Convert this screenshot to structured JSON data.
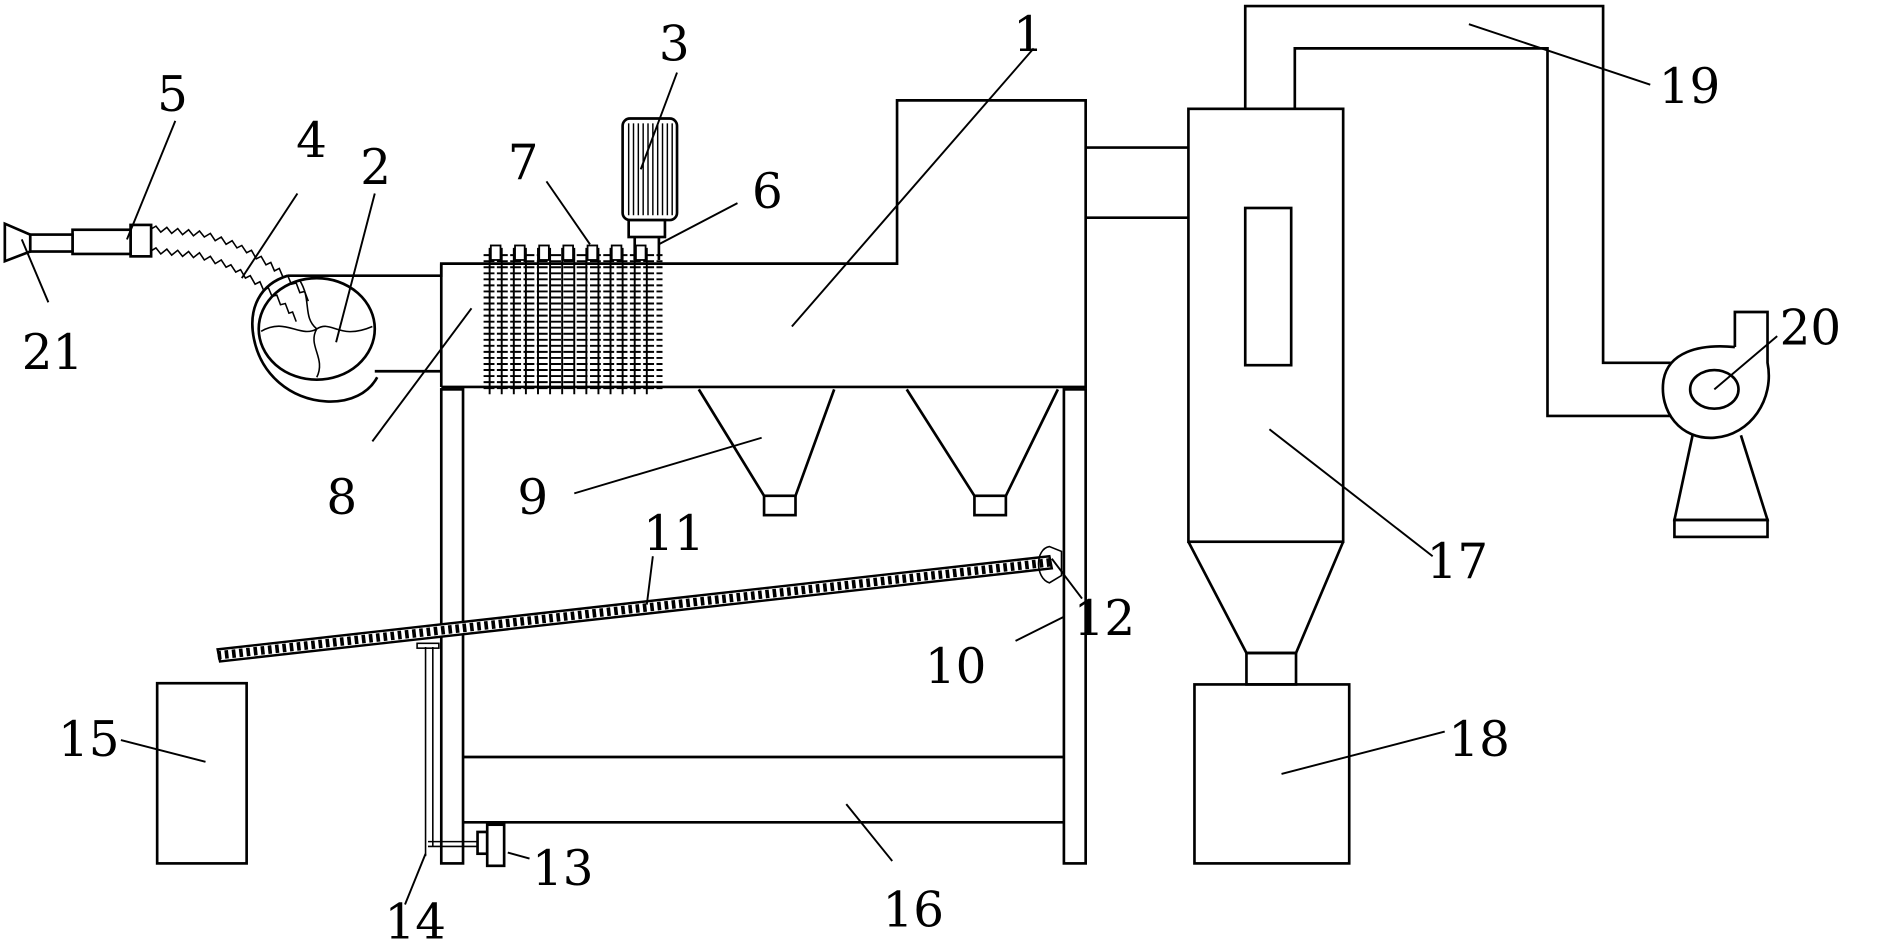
{
  "figure": {
    "type": "patent-style mechanical line drawing",
    "colors": {
      "line": "#000000",
      "background": "#ffffff"
    },
    "labels": [
      {
        "id": "1",
        "text": "1"
      },
      {
        "id": "2",
        "text": "2"
      },
      {
        "id": "3",
        "text": "3"
      },
      {
        "id": "4",
        "text": "4"
      },
      {
        "id": "5",
        "text": "5"
      },
      {
        "id": "6",
        "text": "6"
      },
      {
        "id": "7",
        "text": "7"
      },
      {
        "id": "8",
        "text": "8"
      },
      {
        "id": "9",
        "text": "9"
      },
      {
        "id": "10",
        "text": "10"
      },
      {
        "id": "11",
        "text": "11"
      },
      {
        "id": "12",
        "text": "12"
      },
      {
        "id": "13",
        "text": "13"
      },
      {
        "id": "14",
        "text": "14"
      },
      {
        "id": "15",
        "text": "15"
      },
      {
        "id": "16",
        "text": "16"
      },
      {
        "id": "17",
        "text": "17"
      },
      {
        "id": "18",
        "text": "18"
      },
      {
        "id": "19",
        "text": "19"
      },
      {
        "id": "20",
        "text": "20"
      },
      {
        "id": "21",
        "text": "21"
      }
    ]
  }
}
